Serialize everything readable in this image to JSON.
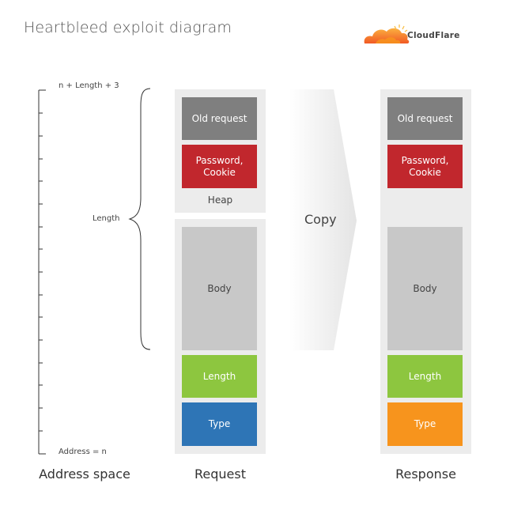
{
  "header": {
    "title": "Heartbleed exploit diagram",
    "logo_text": "CloudFlare"
  },
  "address_space": {
    "top_label": "n + Length + 3",
    "bottom_label": "Address = n",
    "length_label": "Length",
    "footer": "Address space"
  },
  "request": {
    "old_request": "Old request",
    "password_line1": "Password,",
    "password_line2": "Cookie",
    "heap": "Heap",
    "body": "Body",
    "length": "Length",
    "type": "Type",
    "footer": "Request"
  },
  "copy": {
    "label": "Copy"
  },
  "response": {
    "old_request": "Old request",
    "password_line1": "Password,",
    "password_line2": "Cookie",
    "body": "Body",
    "length": "Length",
    "type": "Type",
    "footer": "Response"
  },
  "colors": {
    "old_request": "#7f7f7f",
    "password": "#c1272d",
    "body": "#c8c8c8",
    "length": "#8dc63f",
    "request_type": "#2e75b6",
    "response_type": "#f7941d",
    "column_bg": "#ececec"
  }
}
